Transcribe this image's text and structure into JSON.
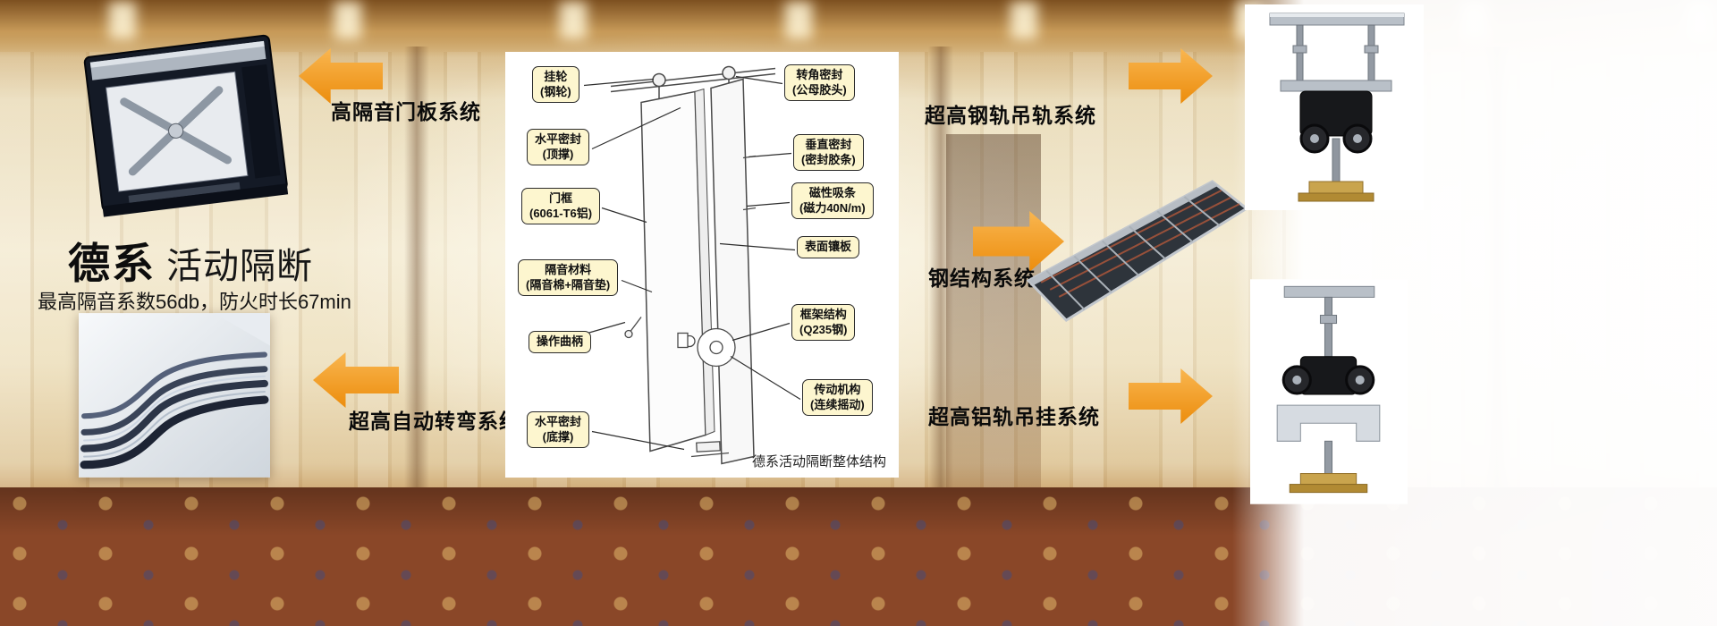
{
  "hero": {
    "brand": "德系",
    "product": "活动隔断",
    "subtitle": "最高隔音系数56db，防火时长67min"
  },
  "systems": {
    "door_panel": "高隔音门板系统",
    "auto_turn": "超高自动转弯系统",
    "steel_rail": "超高钢轨吊轨系统",
    "steel_structure": "钢结构系统",
    "aluminum_rail": "超高铝轨吊挂系统"
  },
  "diagram": {
    "caption": "德系活动隔断整体结构",
    "left": [
      {
        "line1": "挂轮",
        "line2": "(钢轮)"
      },
      {
        "line1": "水平密封",
        "line2": "(顶撑)"
      },
      {
        "line1": "门框",
        "line2": "(6061-T6铝)"
      },
      {
        "line1": "隔音材料",
        "line2": "(隔音棉+隔音垫)"
      },
      {
        "line1": "操作曲柄"
      },
      {
        "line1": "水平密封",
        "line2": "(底撑)"
      }
    ],
    "right": [
      {
        "line1": "转角密封",
        "line2": "(公母胶头)"
      },
      {
        "line1": "垂直密封",
        "line2": "(密封胶条)"
      },
      {
        "line1": "磁性吸条",
        "line2": "(磁力40N/m)"
      },
      {
        "line1": "表面镶板"
      },
      {
        "line1": "框架结构",
        "line2": "(Q235钢)"
      },
      {
        "line1": "传动机构",
        "line2": "(连续摇动)"
      }
    ]
  },
  "colors": {
    "arrow_orange": "#F49C1B",
    "callout_bg": "#FDF6CF",
    "title_black": "#111111"
  }
}
